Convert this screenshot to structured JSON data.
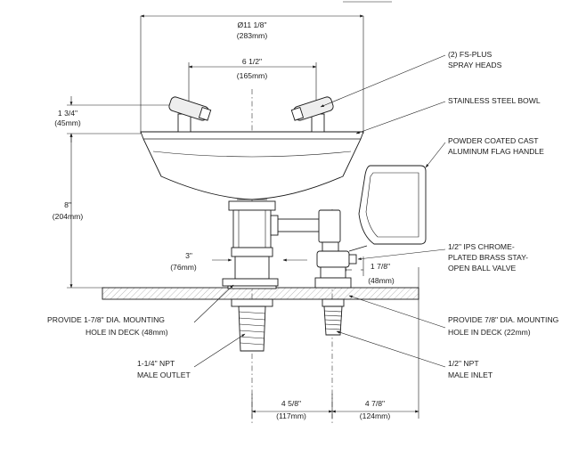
{
  "dimensions": {
    "bowl_diameter": {
      "imperial": "Ø11 1/8\"",
      "metric": "(283mm)"
    },
    "spray_head_spacing": {
      "imperial": "6 1/2\"",
      "metric": "(165mm)"
    },
    "head_height": {
      "imperial": "1 3/4\"",
      "metric": "(45mm)"
    },
    "bowl_height": {
      "imperial": "8\"",
      "metric": "(204mm)"
    },
    "drain_width": {
      "imperial": "3\"",
      "metric": "(76mm)"
    },
    "valve_width": {
      "imperial": "1 7/8\"",
      "metric": "(48mm)"
    },
    "outlet_to_inlet": {
      "imperial": "4 5/8\"",
      "metric": "(117mm)"
    },
    "inlet_to_handle": {
      "imperial": "4 7/8\"",
      "metric": "(124mm)"
    }
  },
  "callouts": {
    "spray_heads": [
      "(2) FS-PLUS",
      "SPRAY HEADS"
    ],
    "bowl": [
      "STAINLESS STEEL BOWL"
    ],
    "flag_handle": [
      "POWDER COATED CAST",
      "ALUMINUM FLAG HANDLE"
    ],
    "ball_valve": [
      "1/2\" IPS CHROME-",
      "PLATED BRASS STAY-",
      "OPEN BALL VALVE"
    ],
    "mounting_hole_large": [
      "PROVIDE 1-7/8\" DIA. MOUNTING",
      "HOLE IN DECK (48mm)"
    ],
    "mounting_hole_small": [
      "PROVIDE 7/8\" DIA. MOUNTING",
      "HOLE IN DECK (22mm)"
    ],
    "outlet": [
      "1-1/4\" NPT",
      "MALE OUTLET"
    ],
    "inlet": [
      "1/2\" NPT",
      "MALE INLET"
    ]
  }
}
